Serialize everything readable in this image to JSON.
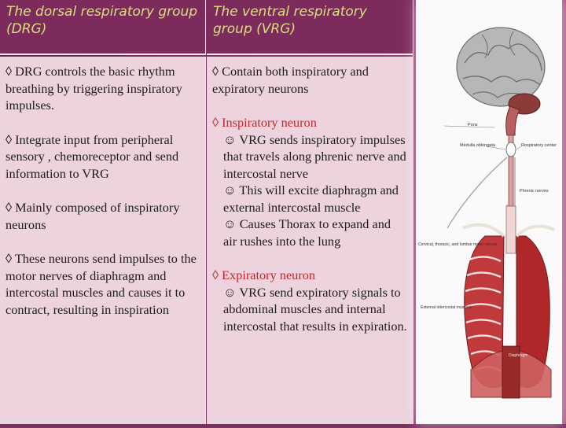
{
  "table": {
    "col1_header": "The dorsal respiratory group (DRG)",
    "col2_header": "The ventral respiratory group (VRG)",
    "col1": [
      "◊ DRG controls the basic rhythm breathing by triggering inspiratory impulses.",
      "◊ Integrate input from peripheral sensory , chemoreceptor and send information to VRG",
      "◊ Mainly composed of inspiratory neurons",
      "◊ These neurons send impulses to the motor nerves of diaphragm and intercostal muscles and causes it to contract, resulting in inspiration"
    ],
    "col2": {
      "intro": "◊ Contain both inspiratory and expiratory neurons",
      "insp_heading": "◊ Inspiratory neuron",
      "insp_items": [
        "☺ VRG sends inspiratory impulses that  travels along phrenic nerve and intercostal nerve",
        "☺ This will excite diaphragm and external intercostal muscle",
        "☺ Causes Thorax to expand and air rushes into the lung"
      ],
      "exp_heading": "◊ Expiratory neuron",
      "exp_items": [
        "☺ VRG send expiratory signals to abdominal muscles and internal intercostal  that results in expiration."
      ]
    }
  },
  "diagram": {
    "labels": {
      "pons": "Pons",
      "medulla": "Medulla oblongata",
      "resp_center": "Respiratory center",
      "phrenic": "Phrenic nerves",
      "cervical": "Cervical, thoracic, and lumbar motor nerves",
      "ext_intercostal": "External intercostal muscles",
      "diaphragm": "Diaphragm"
    }
  },
  "colors": {
    "header_bg": "#7d2a5d",
    "header_text": "#d7e07a",
    "cell_bg": "#ecd3dd",
    "highlight_red": "#c4252c"
  }
}
